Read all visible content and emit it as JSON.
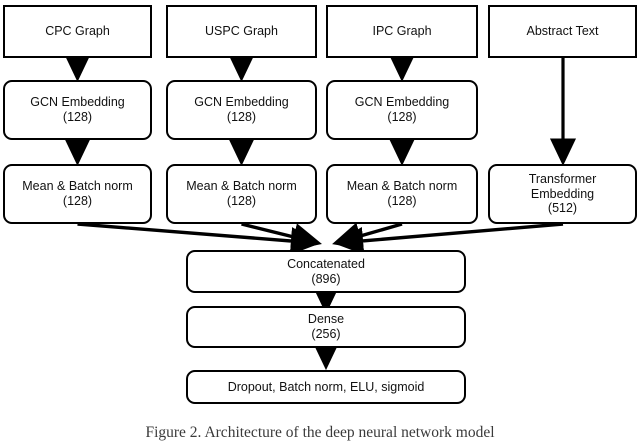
{
  "figure": {
    "caption": "Figure 2. Architecture of the deep neural network model",
    "line_color": "#000000",
    "background_color": "#ffffff"
  },
  "diagram": {
    "type": "flowchart",
    "orientation": "top-to-bottom",
    "columns": [
      "CPC Graph",
      "USPC Graph",
      "IPC Graph",
      "Abstract Text"
    ],
    "rows": [
      {
        "row": "inputs",
        "shape": "rectangle",
        "nodes": [
          {
            "line1": "CPC Graph",
            "line2": ""
          },
          {
            "line1": "USPC Graph",
            "line2": ""
          },
          {
            "line1": "IPC Graph",
            "line2": ""
          },
          {
            "line1": "Abstract Text",
            "line2": ""
          }
        ]
      },
      {
        "row": "embeddings",
        "shape": "rounded-rectangle",
        "nodes": [
          {
            "line1": "GCN Embedding",
            "line2": "(128)"
          },
          {
            "line1": "GCN Embedding",
            "line2": "(128)"
          },
          {
            "line1": "GCN Embedding",
            "line2": "(128)"
          }
        ]
      },
      {
        "row": "normalization",
        "shape": "rounded-rectangle",
        "nodes": [
          {
            "line1": "Mean & Batch norm",
            "line2": "(128)"
          },
          {
            "line1": "Mean & Batch norm",
            "line2": "(128)"
          },
          {
            "line1": "Mean & Batch norm",
            "line2": "(128)"
          },
          {
            "line1": "Transformer",
            "line2": "Embedding",
            "line3": "(512)"
          }
        ]
      }
    ],
    "merge": {
      "line1": "Concatenated",
      "line2": "(896)"
    },
    "dense": {
      "line1": "Dense",
      "line2": "(256)"
    },
    "output": {
      "line1": "Dropout, Batch norm, ELU, sigmoid"
    }
  }
}
